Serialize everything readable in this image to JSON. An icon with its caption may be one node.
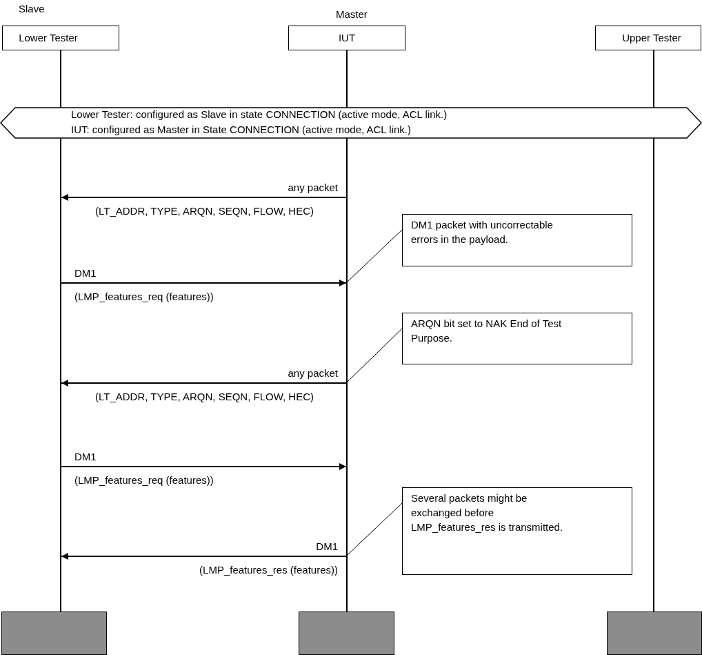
{
  "diagram": {
    "nodes": [
      {
        "text": [
          "Lower Tester"
        ],
        "beside": [
          "Slave"
        ]
      },
      {
        "text": [
          "IUT"
        ],
        "beside": [
          "Master"
        ]
      },
      {
        "text": [
          "Upper Tester"
        ]
      },
      {
        "text": [
          "Lower Tester: configured as Slave in state CONNECTION (active mode, ACL link.)",
          "IUT: configured as Master in State CONNECTION (active mode, ACL link.)"
        ]
      },
      {
        "text": [
          "DM1 packet with uncorrectable errors in the payload."
        ]
      },
      {
        "text": [
          "ARQN bit set to NAK End of Test Purpose."
        ]
      },
      {
        "text": [
          "Several packets might be exchanged before LMP_features_res is transmitted."
        ]
      },
      {
        "text": [],
        "shape": "bar"
      },
      {
        "text": [],
        "shape": "bar"
      },
      {
        "text": [],
        "shape": "bar"
      },
      {
        "text": [],
        "shape": "line"
      },
      {
        "text": [],
        "shape": "line"
      },
      {
        "text": [],
        "shape": "line"
      }
    ],
    "edges": [
      {
        "from": 11,
        "to": 10,
        "arrow": "to",
        "label": "any packet"
      },
      {
        "from": 10,
        "to": 11,
        "arrow": "to",
        "label": "DM1"
      },
      {
        "from": 11,
        "to": 10,
        "arrow": "to",
        "label": "any packet"
      },
      {
        "from": 10,
        "to": 11,
        "arrow": "to",
        "label": "DM1"
      },
      {
        "from": 11,
        "to": 10,
        "arrow": "to",
        "label": "DM1"
      },
      {
        "from": 4,
        "to": 11,
        "arrow": "none"
      },
      {
        "from": 5,
        "to": 11,
        "arrow": "none"
      },
      {
        "from": 6,
        "to": 11,
        "arrow": "none"
      }
    ],
    "labels": [
      "(LT_ADDR, TYPE, ARQN, SEQN, FLOW, HEC)",
      "(LMP_features_req (features))",
      "(LT_ADDR, TYPE, ARQN, SEQN, FLOW, HEC)",
      "(LMP_features_req (features))",
      "(LMP_features_res (features))"
    ]
  }
}
